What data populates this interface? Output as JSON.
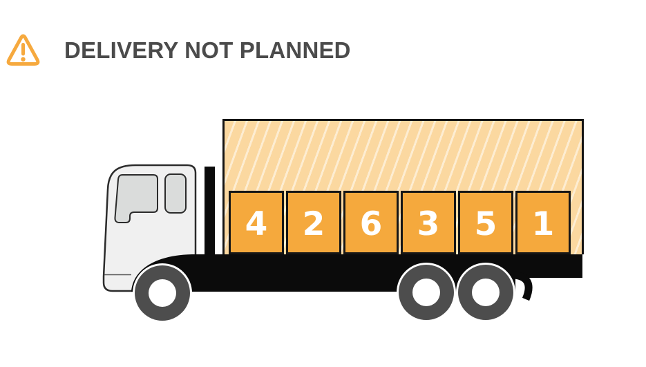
{
  "header": {
    "icon": "warning-triangle-icon",
    "title": "DELIVERY NOT PLANNED"
  },
  "truck": {
    "description": "side view delivery truck with hatched canopy cargo area",
    "boxes": [
      "4",
      "2",
      "6",
      "3",
      "5",
      "1"
    ]
  },
  "colors": {
    "warning_orange": "#F6A93E",
    "box_orange": "#F5A93D",
    "hatch_background": "#FBD8A0",
    "hatch_stripe": "#FDEDD2",
    "title_text": "#4B4B4B",
    "chassis_black": "#0B0B0B",
    "tire_gray": "#4D4D4D",
    "cab_fill": "#F0F0F0",
    "window_fill": "#DADCDB",
    "page_background": "#FFFFFF"
  }
}
